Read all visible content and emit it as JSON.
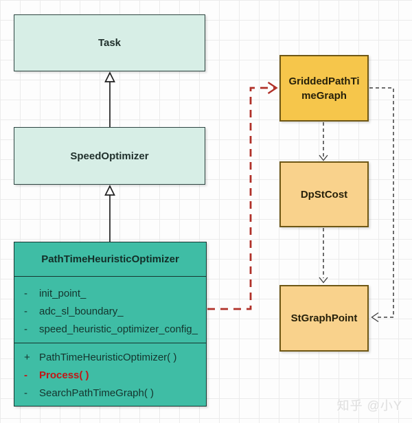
{
  "colors": {
    "mint": "#d7eee6",
    "mint_border": "#2c4440",
    "teal": "#3fbda5",
    "teal_border": "#16352f",
    "amber": "#f6c64b",
    "amber_light": "#f9d28c",
    "amber_border": "#6e5715",
    "line_dark": "#1e1e1e",
    "dash_dark": "#3c3c3c",
    "red_line": "#b03028",
    "red_text": "#c11616",
    "watermark_gray": "#e0e0e0",
    "grid_line": "#ebebeb"
  },
  "classes": {
    "task": {
      "title": "Task"
    },
    "speed_optimizer": {
      "title": "SpeedOptimizer"
    },
    "ptho": {
      "title": "PathTimeHeuristicOptimizer",
      "attributes": [
        {
          "vis": "-",
          "name": "init_point_"
        },
        {
          "vis": "-",
          "name": "adc_sl_boundary_"
        },
        {
          "vis": "-",
          "name": "speed_heuristic_optimizer_config_"
        }
      ],
      "methods": [
        {
          "vis": "+",
          "name": "PathTimeHeuristicOptimizer( )"
        },
        {
          "vis": "-",
          "name": "Process( )"
        },
        {
          "vis": "-",
          "name": "SearchPathTimeGraph( )"
        }
      ]
    },
    "gridded_path_time_graph": {
      "title": "GriddedPathTimeGraph"
    },
    "dp_st_cost": {
      "title": "DpStCost"
    },
    "st_graph_point": {
      "title": "StGraphPoint"
    }
  },
  "watermark": "知乎 @小Y"
}
